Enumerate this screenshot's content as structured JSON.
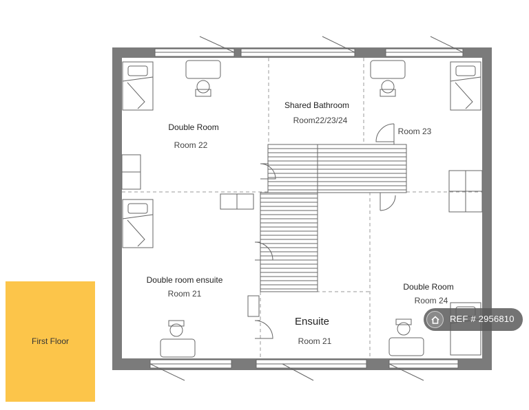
{
  "floor_label": "First Floor",
  "rooms": [
    {
      "id": "room22",
      "name": "Double Room",
      "number": "Room 22"
    },
    {
      "id": "bath",
      "name": "Shared Bathroom",
      "number": "Room22/23/24"
    },
    {
      "id": "room23",
      "name": "",
      "number": "Room 23"
    },
    {
      "id": "room21",
      "name": "Double room ensuite",
      "number": "Room 21"
    },
    {
      "id": "ensuite",
      "name": "Ensuite",
      "number": "Room 21"
    },
    {
      "id": "room24",
      "name": "Double Room",
      "number": "Room 24"
    }
  ],
  "ref_badge": {
    "text": "REF # 2956810",
    "icon": "home-icon"
  },
  "colors": {
    "wall": "#7b7b7b",
    "floor_tag": "#fcc54a",
    "badge": "#5a5a5a"
  }
}
